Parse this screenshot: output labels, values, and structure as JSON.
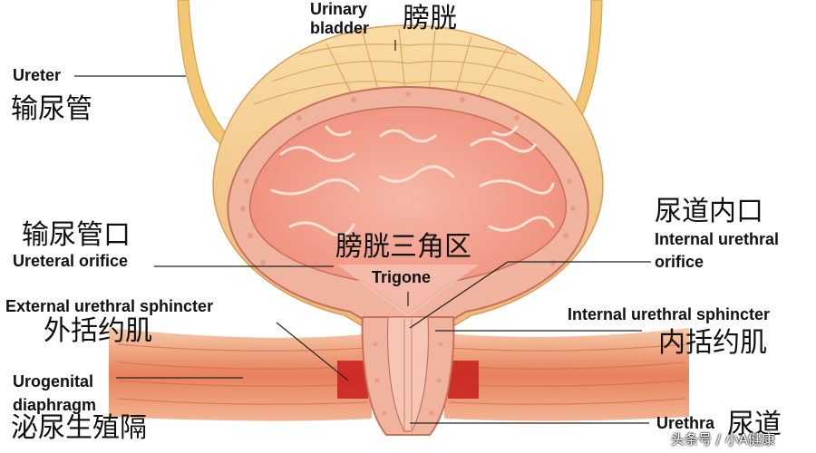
{
  "labels": {
    "urinary_bladder_en": "Urinary\nbladder",
    "urinary_bladder_zh": "膀胱",
    "ureter_en": "Ureter",
    "ureter_zh": "输尿管",
    "ureteral_orifice_zh": "输尿管口",
    "ureteral_orifice_en": "Ureteral orifice",
    "trigone_zh": "膀胱三角区",
    "trigone_en": "Trigone",
    "internal_orifice_zh": "尿道内口",
    "internal_orifice_en": "Internal urethral\norifice",
    "external_sphincter_en": "External urethral sphincter",
    "external_sphincter_zh": "外括约肌",
    "internal_sphincter_en": "Internal urethral sphincter",
    "internal_sphincter_zh": "内括约肌",
    "urogenital_en": "Urogenital\ndiaphragm",
    "urogenital_zh": "泌尿生殖隔",
    "urethra_en": "Urethra",
    "urethra_zh": "尿道"
  },
  "watermark": "头条号 / 小A健康",
  "colors": {
    "muscle_outer": "#f4c77e",
    "wall": "#f0b09a",
    "lumen": "#f3a08f",
    "mucosa_fold": "#fbe2d6",
    "diaphragm_muscle": "#e8825c",
    "sphincter_red": "#c81e1e",
    "leader_line": "#222222"
  }
}
